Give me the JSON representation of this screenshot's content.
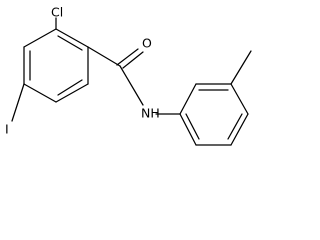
{
  "molecule": {
    "atoms": {
      "chlorine": "Cl",
      "oxygen": "O",
      "amide_nitrogen": "NH",
      "iodine": "I"
    }
  },
  "colors": {
    "bond": "#000000",
    "text": "#000000",
    "background": "#ffffff"
  }
}
